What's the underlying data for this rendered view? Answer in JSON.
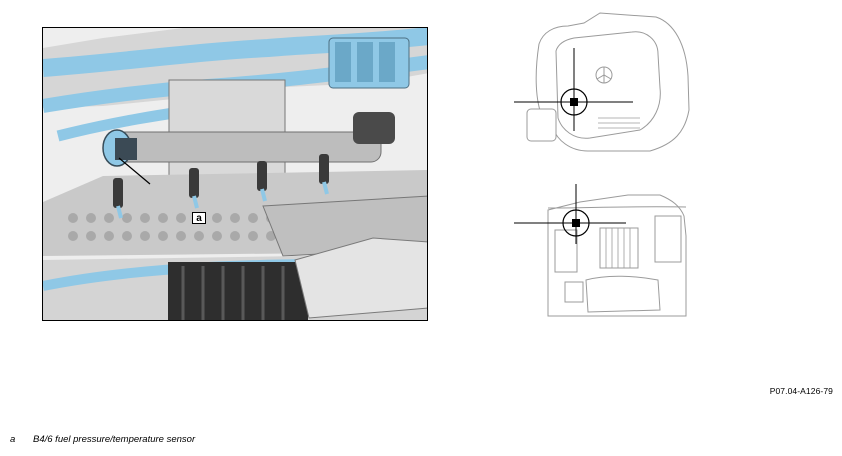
{
  "figure": {
    "callout": "a",
    "code": "P07.04-A126-79"
  },
  "legend": [
    {
      "key": "a",
      "text": "B4/6 fuel pressure/temperature sensor"
    }
  ],
  "colors": {
    "line_highlight": "#8fc8e6",
    "component_gray": "#c8c8c8",
    "dark_gray": "#3a3a3a",
    "locator_marker": "#000000"
  }
}
